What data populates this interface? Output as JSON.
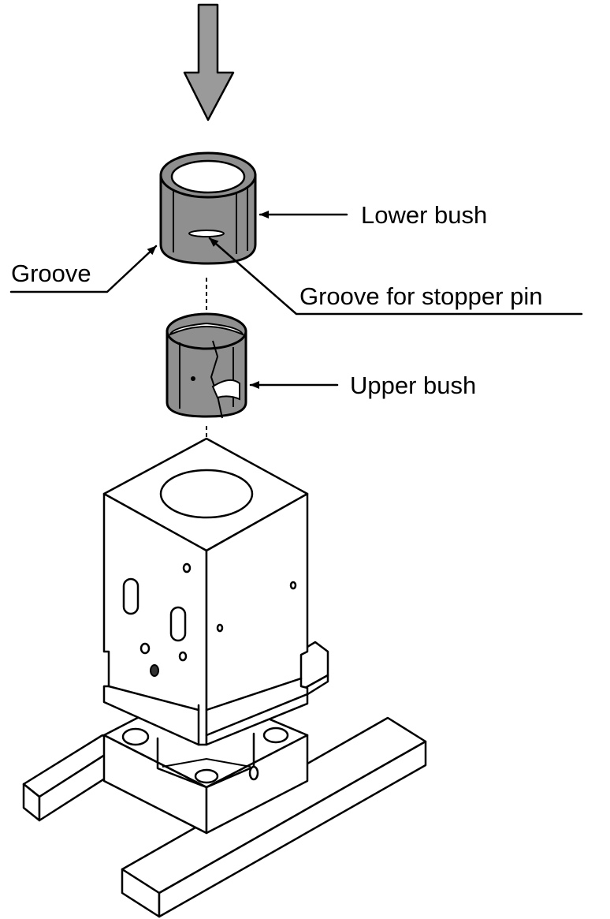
{
  "labels": {
    "lower_bush": "Lower bush",
    "groove": "Groove",
    "groove_stopper_pin": "Groove for stopper pin",
    "upper_bush": "Upper bush"
  },
  "colors": {
    "arrow_fill": "#9a9a9a",
    "bush_fill": "#8f8f8f",
    "line": "#000000"
  },
  "icons": {
    "press_direction": "down-arrow-icon"
  }
}
